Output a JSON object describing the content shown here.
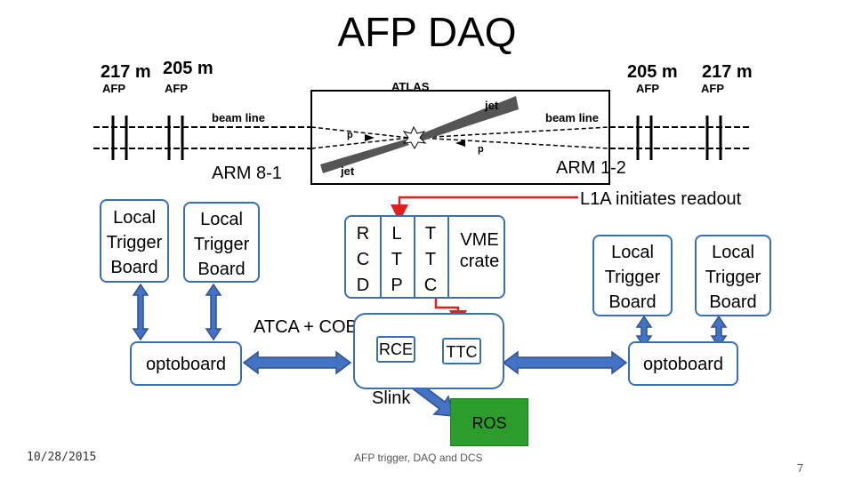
{
  "title": "AFP DAQ",
  "detector": {
    "left_far": "217 m",
    "left_near": "205 m",
    "right_near": "205 m",
    "right_far": "217 m",
    "afp": "AFP",
    "atlas": "ATLAS",
    "beam_line": "beam line",
    "jet": "jet",
    "proton": "p"
  },
  "arm_left": "ARM 8-1",
  "arm_right": "ARM 1-2",
  "l1a_note": "L1A initiates readout",
  "boards": {
    "local_trigger": "Local\nTrigger\nBoard",
    "optoboard": "optoboard"
  },
  "atca": {
    "label": "ATCA + COB",
    "rcd": "R\nC\nD",
    "ltp": "L\nT\nP",
    "ttc_col": "T\nT\nC",
    "vme": "VME\ncrate",
    "rce": "RCE",
    "ttc": "TTC",
    "slink": "Slink"
  },
  "ros": "ROS",
  "footer": {
    "date": "10/28/2015",
    "center": "AFP trigger, DAQ and DCS",
    "page": "7"
  },
  "colors": {
    "box_border": "#3a6fb0",
    "arrow_fill": "#4472c4",
    "ros_fill": "#2a9d2a",
    "red": "#e0201c"
  }
}
